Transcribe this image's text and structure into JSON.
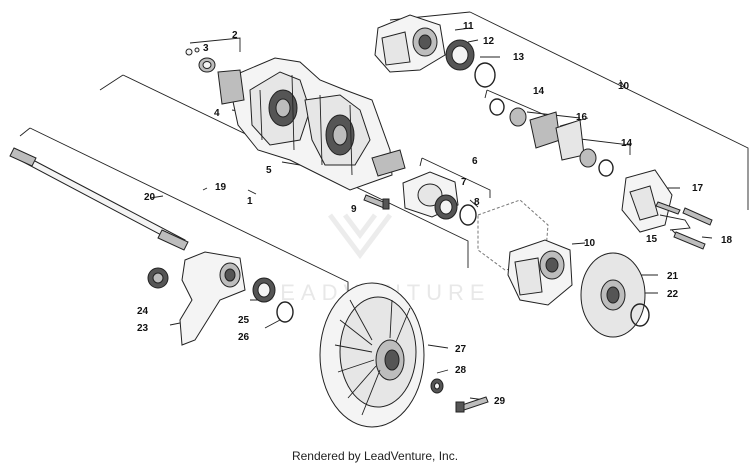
{
  "diagram": {
    "callouts": [
      "1",
      "2",
      "3",
      "4",
      "5",
      "6",
      "7",
      "8",
      "9",
      "10",
      "10",
      "11",
      "12",
      "13",
      "14",
      "14",
      "15",
      "16",
      "17",
      "18",
      "19",
      "20",
      "21",
      "22",
      "23",
      "24",
      "25",
      "26",
      "27",
      "28",
      "29"
    ],
    "watermark": "LEADVENTURE",
    "footer": "Rendered by LeadVenture, Inc."
  }
}
